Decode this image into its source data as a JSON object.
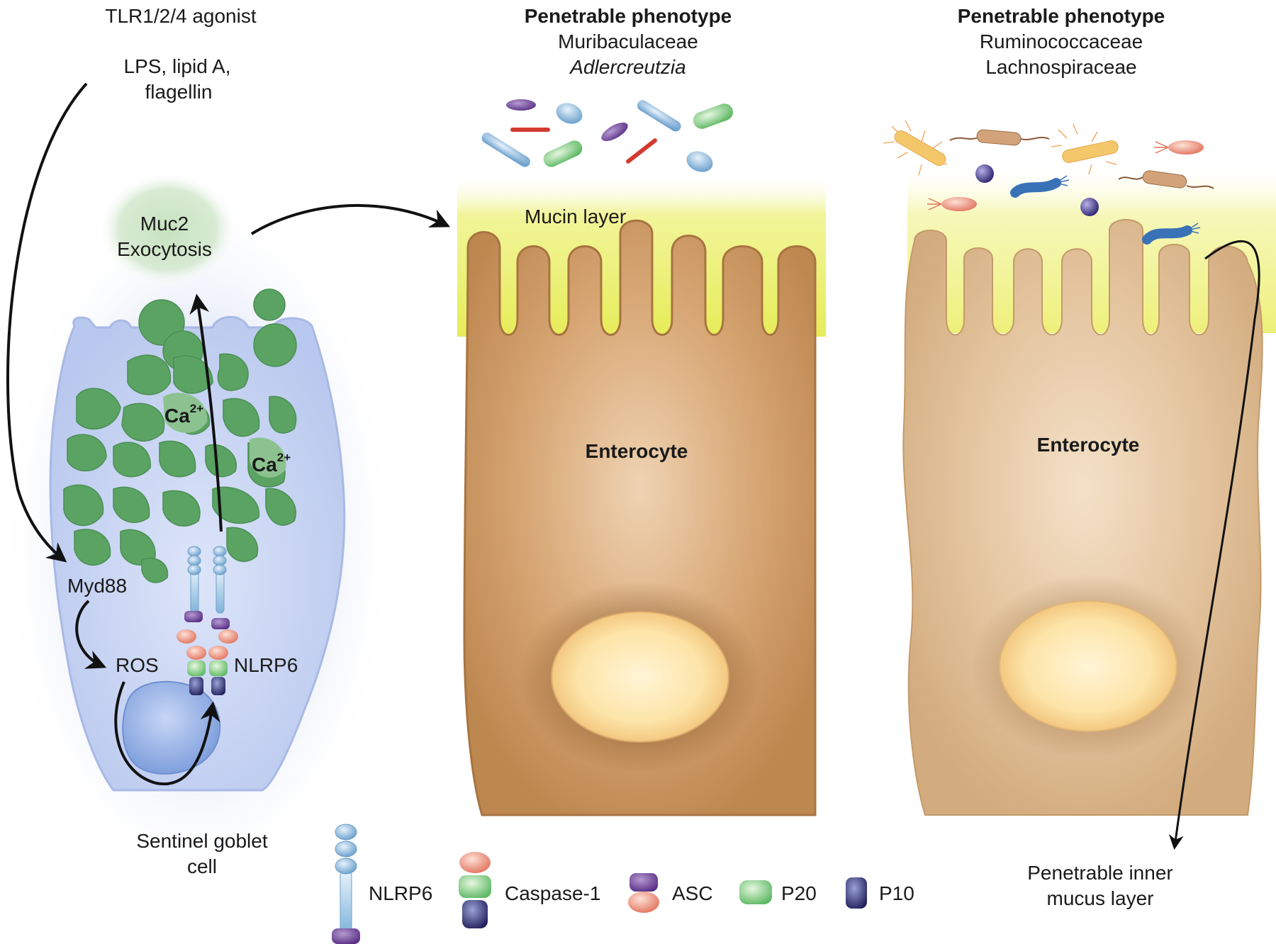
{
  "goblet": {
    "agonist_title": "TLR1/2/4 agonist",
    "agonist_line1": "LPS, lipid A,",
    "agonist_line2": "flagellin",
    "muc2_line1": "Muc2",
    "muc2_line2": "Exocytosis",
    "ca_label": "Ca",
    "ca_superscript": "2+",
    "myd88": "Myd88",
    "ros": "ROS",
    "nlrp6": "NLRP6",
    "cell_name_line1": "Sentinel goblet",
    "cell_name_line2": "cell"
  },
  "middle": {
    "heading": "Penetrable phenotype",
    "taxon1": "Muribaculaceae",
    "taxon2": "Adlercreutzia",
    "mucin_label": "Mucin layer",
    "cell_label": "Enterocyte"
  },
  "right": {
    "heading": "Penetrable phenotype",
    "taxon1": "Ruminococcaceae",
    "taxon2": "Lachnospiraceae",
    "cell_label": "Enterocyte",
    "inner_line1": "Penetrable inner",
    "inner_line2": "mucus layer"
  },
  "legend": {
    "nlrp6": "NLRP6",
    "caspase": "Caspase-1",
    "asc": "ASC",
    "p20": "P20",
    "p10": "P10"
  },
  "colors": {
    "goblet_cell": "#c7d3f1",
    "mucin_granule": "#5aa363",
    "enterocyte_mid": "#c89360",
    "enterocyte_right": "#ddb98e",
    "mucin_layer": "#e9ee6a",
    "nucleus": "#fde4a8"
  }
}
